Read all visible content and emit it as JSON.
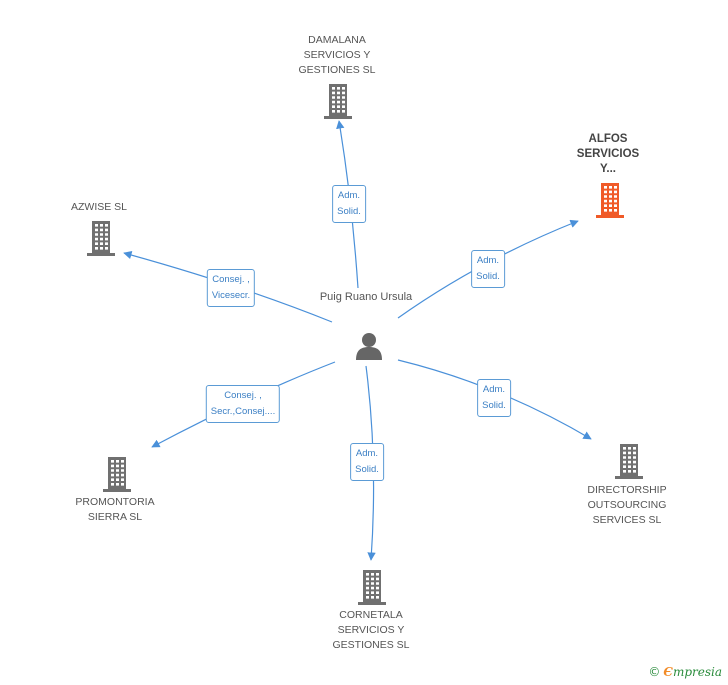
{
  "center": {
    "name_lines": [
      "Puig Ruano",
      "Ursula"
    ],
    "icon": "person-icon"
  },
  "nodes": [
    {
      "id": "damalana",
      "lines": [
        "DAMALANA",
        "SERVICIOS Y",
        "GESTIONES  SL"
      ],
      "icon": "building-icon",
      "highlight": false,
      "role_lines": [
        "Adm.",
        "Solid."
      ]
    },
    {
      "id": "alfos",
      "lines": [
        "ALFOS",
        "SERVICIOS",
        "Y..."
      ],
      "icon": "building-icon",
      "highlight": true,
      "role_lines": [
        "Adm.",
        "Solid."
      ]
    },
    {
      "id": "azwise",
      "lines": [
        "AZWISE SL"
      ],
      "icon": "building-icon",
      "highlight": false,
      "role_lines": [
        "Consej. ,",
        "Vicesecr."
      ]
    },
    {
      "id": "directorship",
      "lines": [
        "DIRECTORSHIP",
        "OUTSOURCING",
        "SERVICES  SL"
      ],
      "icon": "building-icon",
      "highlight": false,
      "role_lines": [
        "Adm.",
        "Solid."
      ]
    },
    {
      "id": "promontoria",
      "lines": [
        "PROMONTORIA",
        "SIERRA  SL"
      ],
      "icon": "building-icon",
      "highlight": false,
      "role_lines": [
        "Consej. ,",
        "Secr.,Consej...."
      ]
    },
    {
      "id": "cornetala",
      "lines": [
        "CORNETALA",
        "SERVICIOS Y",
        "GESTIONES  SL"
      ],
      "icon": "building-icon",
      "highlight": false,
      "role_lines": [
        "Adm.",
        "Solid."
      ]
    }
  ],
  "colors": {
    "edge": "#4a90d9",
    "building": "#707070",
    "building_highlight": "#f05a28",
    "person": "#666666"
  },
  "watermark": {
    "copyright": "©",
    "brand_first": "Є",
    "brand_rest": "mpresia"
  }
}
